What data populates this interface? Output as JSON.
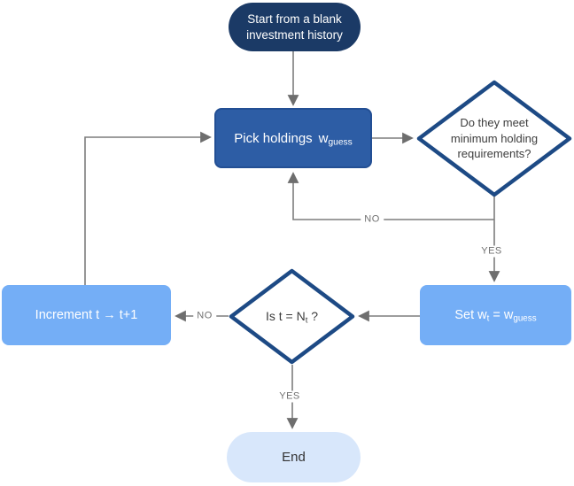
{
  "colors": {
    "dark_navy": "#1b3a66",
    "process_blue": "#2d5da5",
    "light_blue": "#74aef6",
    "pale_blue": "#d8e7fb",
    "diamond_border": "#1d4a85",
    "connector_gray": "#7d7d7d",
    "label_gray": "#707070",
    "diamond_text": "#3d3d3d"
  },
  "nodes": {
    "start": {
      "line1": "Start from a blank",
      "line2": "investment history"
    },
    "pick_holdings": {
      "text": "Pick holdings",
      "var": "w",
      "var_sub": "guess"
    },
    "requirements_check": {
      "line1": "Do they meet",
      "line2": "minimum holding",
      "line3": "requirements?"
    },
    "set_weights": {
      "pre": "Set w",
      "sub1": "t",
      "mid": " = w",
      "sub2": "guess"
    },
    "t_check": {
      "pre": "Is t = N",
      "sub": "t",
      "post": " ?"
    },
    "increment": {
      "label": "Increment t → t+1"
    },
    "end": {
      "label": "End"
    }
  },
  "edge_labels": {
    "requirements_no": "NO",
    "requirements_yes": "YES",
    "t_no": "NO",
    "t_yes": "YES"
  }
}
